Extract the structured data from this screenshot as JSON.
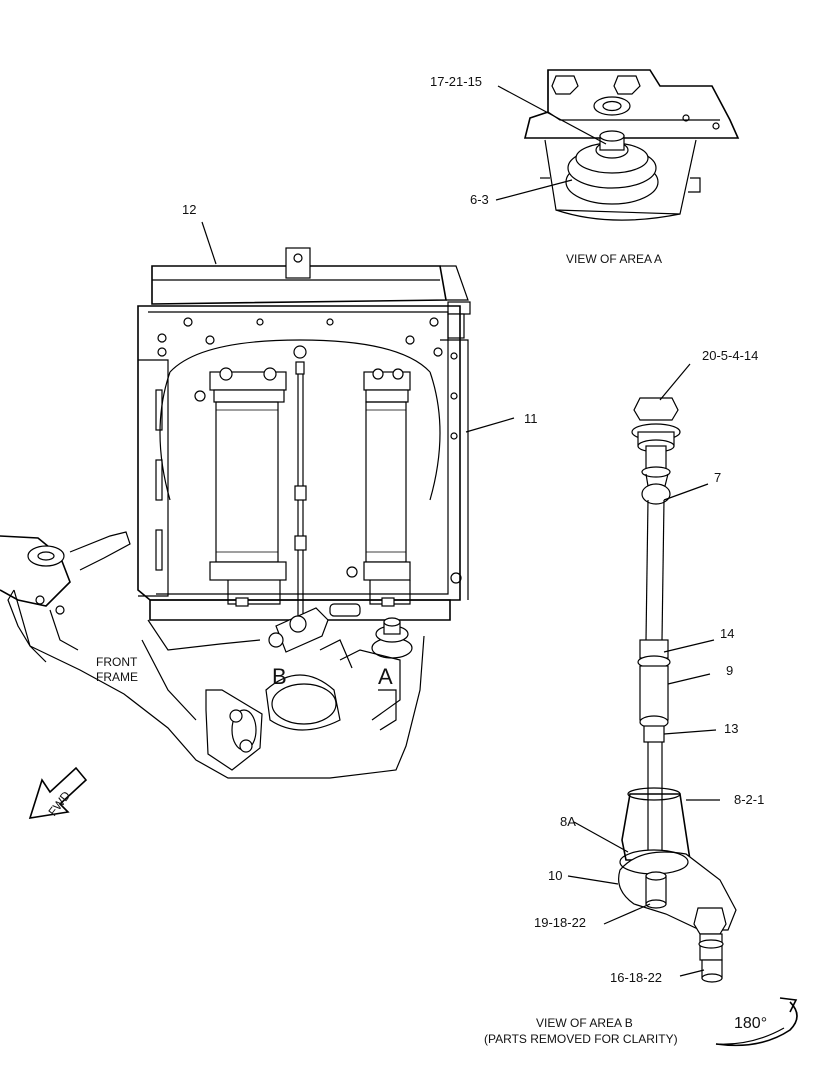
{
  "callouts": {
    "c17_21_15": "17-21-15",
    "c6_3": "6-3",
    "c12": "12",
    "c11": "11",
    "c20_5_4_14": "20-5-4-14",
    "c7": "7",
    "c14": "14",
    "c9": "9",
    "c13": "13",
    "c8_2_1": "8-2-1",
    "c8A": "8A",
    "c10": "10",
    "c19_18_22": "19-18-22",
    "c16_18_22": "16-18-22"
  },
  "views": {
    "area_a": "VIEW OF AREA  A",
    "area_b": "VIEW OF AREA  B",
    "area_b_note": "(PARTS REMOVED FOR CLARITY)"
  },
  "markers": {
    "a": "A",
    "b": "B"
  },
  "front_frame": {
    "line1": "FRONT",
    "line2": "FRAME"
  },
  "fwd": "FWD",
  "rotation": "180°"
}
